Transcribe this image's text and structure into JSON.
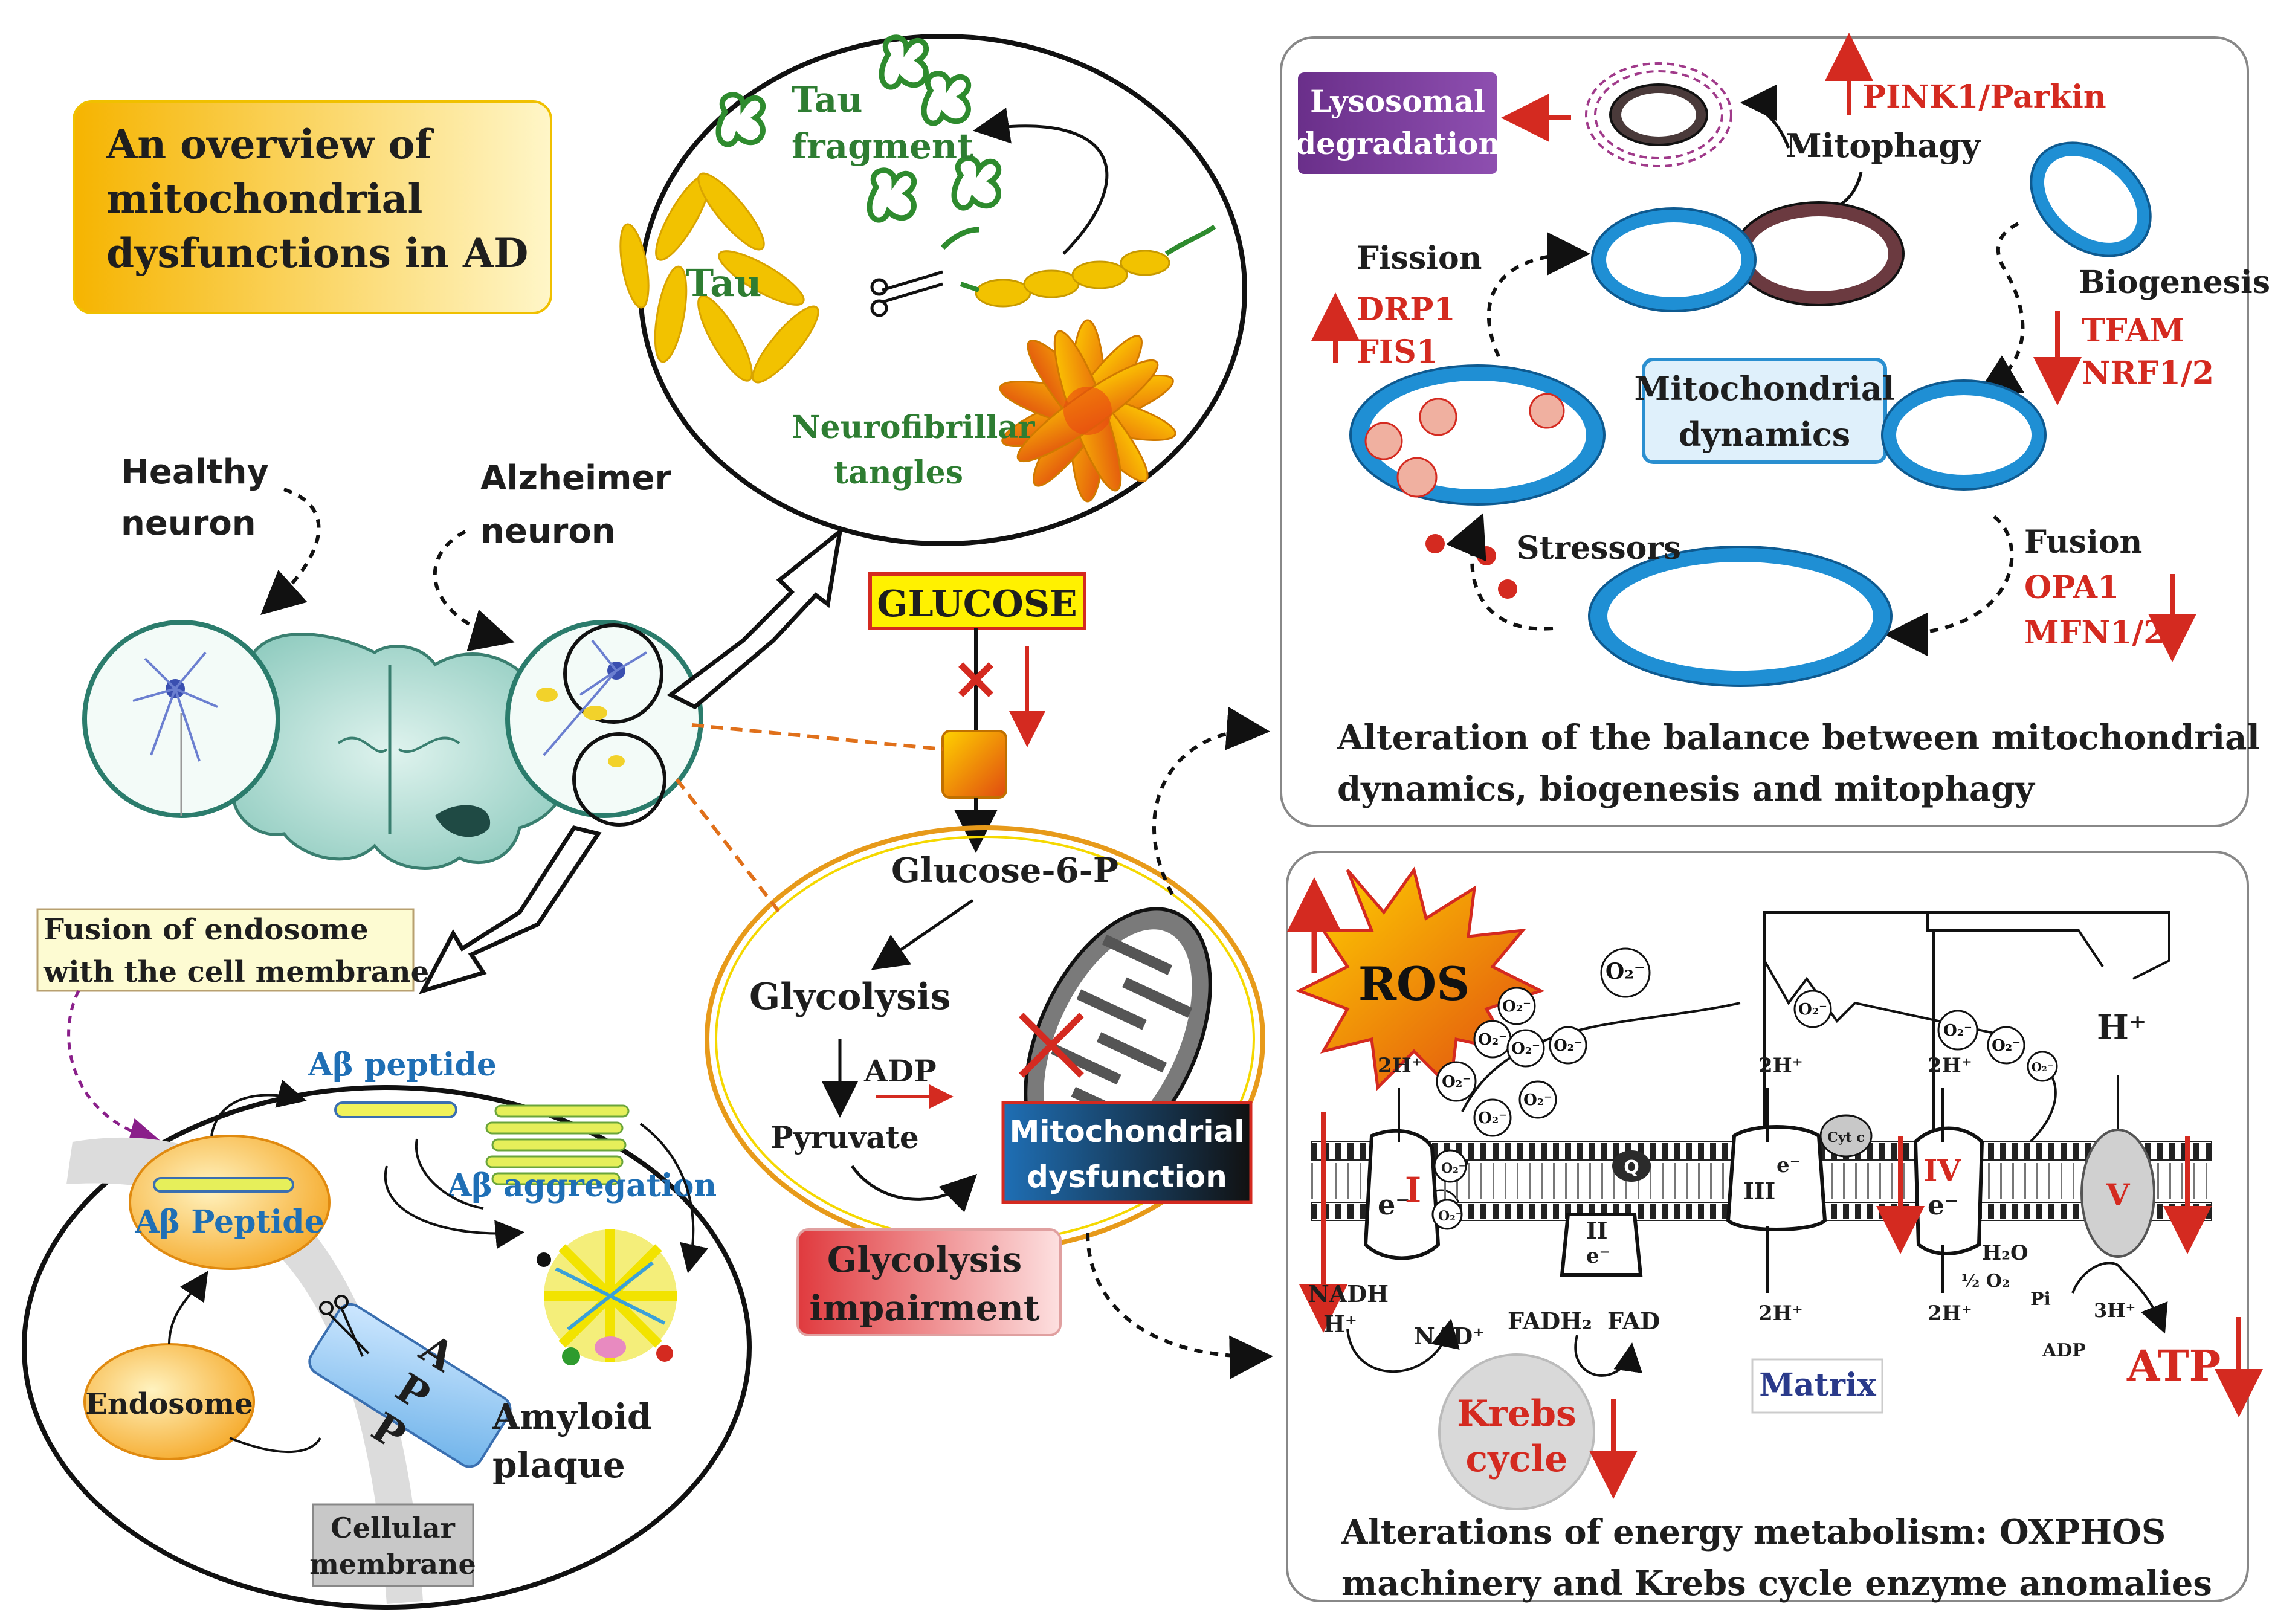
{
  "title": {
    "line1": "An overview of",
    "line2": "mitochondrial",
    "line3": "dysfunctions in AD"
  },
  "neurons": {
    "healthy_l1": "Healthy",
    "healthy_l2": "neuron",
    "alz_l1": "Alzheimer",
    "alz_l2": "neuron"
  },
  "tau": {
    "fragment_l1": "Tau",
    "fragment_l2": "fragment",
    "tau": "Tau",
    "nft_l1": "Neurofibrillar",
    "nft_l2": "tangles"
  },
  "glucose": {
    "label": "GLUCOSE",
    "g6p": "Glucose-6-P",
    "glycolysis": "Glycolysis",
    "adp": "ADP",
    "pyruvate": "Pyruvate",
    "mito_dys_l1": "Mitochondrial",
    "mito_dys_l2": "dysfunction",
    "impair_l1": "Glycolysis",
    "impair_l2": "impairment"
  },
  "amyloid": {
    "fusion_l1": "Fusion of endosome",
    "fusion_l2": "with the cell membrane",
    "abeta_peptide_top": "Aβ peptide",
    "abeta_aggregation": "Aβ aggregation",
    "abeta_peptide": "Aβ Peptide",
    "endosome": "Endosome",
    "app_a": "A",
    "app_p1": "P",
    "app_p2": "P",
    "plaque_l1": "Amyloid",
    "plaque_l2": "plaque",
    "membrane_l1": "Cellular",
    "membrane_l2": "membrane"
  },
  "dynamics": {
    "lysosomal_l1": "Lysosomal",
    "lysosomal_l2": "degradation",
    "pink": "PINK1/Parkin",
    "mitophagy": "Mitophagy",
    "fission": "Fission",
    "drp1": "DRP1",
    "fis1": "FIS1",
    "biogenesis": "Biogenesis",
    "tfam": "TFAM",
    "nrf": "NRF1/2",
    "center_l1": "Mitochondrial",
    "center_l2": "dynamics",
    "stressors": "Stressors",
    "fusion": "Fusion",
    "opa1": "OPA1",
    "mfn": "MFN1/2",
    "caption_l1": "Alteration of the balance between mitochondrial",
    "caption_l2": "dynamics, biogenesis and mitophagy"
  },
  "oxphos": {
    "ros": "ROS",
    "o2": "O₂⁻",
    "hplus": "H⁺",
    "two_h": "2H⁺",
    "c1": "I",
    "c2": "II",
    "c3": "III",
    "c4": "IV",
    "c5": "V",
    "e": "e⁻",
    "q": "Q",
    "cytc": "Cyt c",
    "nadh": "NADH",
    "h": "H⁺",
    "nad": "NAD⁺",
    "fadh2": "FADH₂",
    "fad": "FAD",
    "h2o": "H₂O",
    "half_o2": "½ O₂",
    "pi": "Pi",
    "three_h": "3H⁺",
    "adp": "ADP",
    "atp": "ATP",
    "krebs_l1": "Krebs",
    "krebs_l2": "cycle",
    "matrix": "Matrix",
    "caption_l1": "Alterations of energy metabolism: OXPHOS",
    "caption_l2": "machinery and Krebs cycle enzyme anomalies"
  },
  "colors": {
    "red": "#d42a20",
    "tau_yellow": "#f2c200",
    "green": "#2e7d32",
    "mito_blue": "#1f8fd4",
    "purple": "#6a2f8a"
  }
}
